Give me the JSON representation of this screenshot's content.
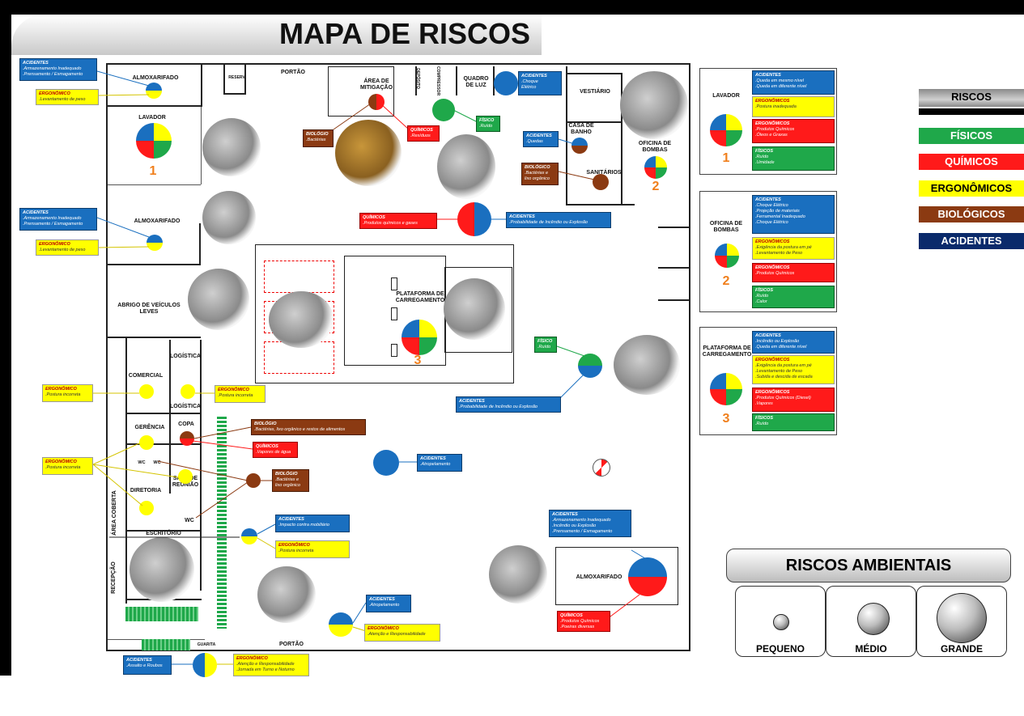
{
  "title": "MAPA DE RISCOS",
  "legend": {
    "header": "RISCOS",
    "items": [
      {
        "label": "FÍSICOS",
        "color": "#1fa84a",
        "text_color": "#ffffff"
      },
      {
        "label": "QUÍMICOS",
        "color": "#ff1a1a",
        "text_color": "#ffffff"
      },
      {
        "label": "ERGONÔMICOS",
        "color": "#ffff00",
        "text_color": "#000000"
      },
      {
        "label": "BIOLÓGICOS",
        "color": "#8b3a12",
        "text_color": "#ffffff"
      },
      {
        "label": "ACIDENTES",
        "color": "#0a2a6b",
        "text_color": "#ffffff"
      }
    ]
  },
  "riscos_ambientais": {
    "title": "RISCOS AMBIENTAIS",
    "sizes": [
      "PEQUENO",
      "MÉDIO",
      "GRANDE"
    ]
  },
  "rooms": {
    "almox_top": "ALMOXARIFADO",
    "reserv": "RESERV.",
    "portao_top": "PORTÃO",
    "area_mitigacao": "ÁREA DE MITIGAÇÃO",
    "deposito": "DEPÓSITO",
    "compressor": "COMPRESSOR",
    "quadro_luz": "QUADRO DE LUZ",
    "vestiario": "VESTIÁRIO",
    "casa_banho": "CASA DE BANHO",
    "sanitarios": "SANITÁRIOS",
    "oficina": "OFICINA DE BOMBAS",
    "lavador": "LAVADOR",
    "almox_mid": "ALMOXARIFADO",
    "abrigo": "ABRIGO DE VEÍCULOS LEVES",
    "plataforma": "PLATAFORMA DE CARREGAMENTO",
    "logistica1": "LOGÍSTICA",
    "comercial": "COMERCIAL",
    "logistica2": "LOGÍSTICA",
    "gerencia": "GERÊNCIA",
    "copa": "COPA",
    "wc1": "WC",
    "wc2": "WC",
    "sala_reuniao": "SALA DE REUNIÃO",
    "diretoria": "DIRETORIA",
    "wc3": "WC",
    "area_coberta": "ÁREA COBERTA",
    "escritorio": "ESCRITÓRIO",
    "recepcao": "RECEPÇÃO",
    "almox_bottom": "ALMOXARIFADO",
    "portao_bottom": "PORTÃO",
    "guarita": "GUARITA"
  },
  "numbers": {
    "lavador": "1",
    "oficina": "2",
    "plataforma": "3"
  },
  "boxes": {
    "b1": {
      "h": "ACIDENTES",
      "l": [
        ".Armazenamento Inadequado",
        ".Prensamento / Esmagamento"
      ]
    },
    "b2": {
      "h": "ERGONÔMICO",
      "l": [
        ".Levantamento de peso"
      ]
    },
    "b3": {
      "h": "ACIDENTES",
      "l": [
        ".Armazenamento Inadequado",
        ".Prensamento / Esmagamento"
      ]
    },
    "b4": {
      "h": "ERGONÔMICO",
      "l": [
        ".Levantamento de peso"
      ]
    },
    "b5": {
      "h": "BIOLÓGIO",
      "l": [
        ".Bactérias"
      ]
    },
    "b6": {
      "h": "QUÍMICOS",
      "l": [
        ".Resíduos"
      ]
    },
    "b7": {
      "h": "FÍSICO",
      "l": [
        ".Ruído"
      ]
    },
    "b8": {
      "h": "ACIDENTES",
      "l": [
        ".Choque",
        "Elétrico"
      ]
    },
    "b9": {
      "h": "ACIDENTES",
      "l": [
        ".Quedas"
      ]
    },
    "b10": {
      "h": "BIOLÓGICO",
      "l": [
        ".Bactérias e",
        "lixo orgânico"
      ]
    },
    "b11": {
      "h": "QUÍMICOS",
      "l": [
        ".Produtos químicos e gases"
      ]
    },
    "b12": {
      "h": "ACIDENTES",
      "l": [
        ".Probabilidade de Incêndio ou Explosão"
      ]
    },
    "b13": {
      "h": "FÍSICO",
      "l": [
        ".Ruído"
      ]
    },
    "b14": {
      "h": "ACIDENTES",
      "l": [
        ".Probabilidade de Incêndio ou Explosão"
      ]
    },
    "b15": {
      "h": "ERGONÔMICO",
      "l": [
        ".Postura incorreta"
      ]
    },
    "b16": {
      "h": "ERGONÔMICO",
      "l": [
        ".Postura incorreta"
      ]
    },
    "b17": {
      "h": "BIOLÓGIO",
      "l": [
        ".Bactérias, lixo orgânico e restos de alimentos"
      ]
    },
    "b18": {
      "h": "QUÍMICOS",
      "l": [
        ".Vapores de água"
      ]
    },
    "b19": {
      "h": "ERGONÔMICO",
      "l": [
        ".Postura incorreta"
      ]
    },
    "b20": {
      "h": "BIOLÓGIO",
      "l": [
        ".Bactérias e",
        "lixo orgânico"
      ]
    },
    "b21": {
      "h": "ACIDENTES",
      "l": [
        ".Atropelamento"
      ]
    },
    "b22": {
      "h": "ACIDENTES",
      "l": [
        ".Impacto contra mobiliário"
      ]
    },
    "b23": {
      "h": "ERGONÔMICO",
      "l": [
        ".Postura incorreta"
      ]
    },
    "b24": {
      "h": "ACIDENTES",
      "l": [
        ".Armazenamento Inadequado",
        ".Incêndio ou Explosão",
        ".Prensamento / Esmagamento"
      ]
    },
    "b25": {
      "h": "QUÍMICOS",
      "l": [
        ".Produtos Químicos",
        ".Poeiras diversas"
      ]
    },
    "b26": {
      "h": "ACIDENTES",
      "l": [
        ".Atropelamento"
      ]
    },
    "b27": {
      "h": "ERGONÔMICO",
      "l": [
        ".Atenção e Responsabilidade"
      ]
    },
    "b28": {
      "h": "ACIDENTES",
      "l": [
        ".Assalto e Roubos"
      ]
    },
    "b29": {
      "h": "ERGONÔMICO",
      "l": [
        ".Atenção e Responsabilidade",
        ".Jornada em Turno e Noturno"
      ]
    }
  },
  "panels": {
    "p1": {
      "name": "LAVADOR",
      "num": "1",
      "acc": {
        "h": "ACIDENTES",
        "l": [
          ".Queda em mesmo nível",
          ".Queda em diferente nível"
        ]
      },
      "erg": {
        "h": "ERGONÔMICOS",
        "l": [
          ".Postura inadequada"
        ]
      },
      "qui": {
        "h": "ERGONÔMICOS",
        "l": [
          ".Produtos Químicos",
          ".Óleos e Graxas"
        ]
      },
      "fis": {
        "h": "FÍSICOS",
        "l": [
          ".Ruído",
          ".Umidade"
        ]
      }
    },
    "p2": {
      "name": "OFICINA DE BOMBAS",
      "num": "2",
      "acc": {
        "h": "ACIDENTES",
        "l": [
          ".Choque Elétrico",
          ".Projeção de materiais",
          ".Ferramental Inadequado",
          ".Choque Elétrico"
        ]
      },
      "erg": {
        "h": "ERGONÔMICOS",
        "l": [
          ".Exigência da postura em pé",
          ".Levantamento de Peso"
        ]
      },
      "qui": {
        "h": "ERGONÔMICOS",
        "l": [
          ".Produtos Químicos"
        ]
      },
      "fis": {
        "h": "FÍSICOS",
        "l": [
          ".Ruído",
          ".Calor"
        ]
      }
    },
    "p3": {
      "name": "PLATAFORMA DE CARREGAMENTO",
      "num": "3",
      "acc": {
        "h": "ACIDENTES",
        "l": [
          ".Incêndio ou Explosão",
          ".Queda em diferente nível"
        ]
      },
      "erg": {
        "h": "ERGONÔMICOS",
        "l": [
          ".Exigência da postura em pé",
          ".Levantamento de Peso",
          ".Subida e descida de escada"
        ]
      },
      "qui": {
        "h": "ERGONÔMICOS",
        "l": [
          ".Produtos Químicos (Diesel)",
          ".Vapores"
        ]
      },
      "fis": {
        "h": "FÍSICOS",
        "l": [
          ".Ruído"
        ]
      }
    }
  },
  "colors": {
    "fisico": "#1fa84a",
    "quimico": "#ff1a1a",
    "ergonomico": "#ffff00",
    "biologico": "#8b3a12",
    "acidente": "#1a6fbf",
    "numero": "#f07f1c"
  }
}
